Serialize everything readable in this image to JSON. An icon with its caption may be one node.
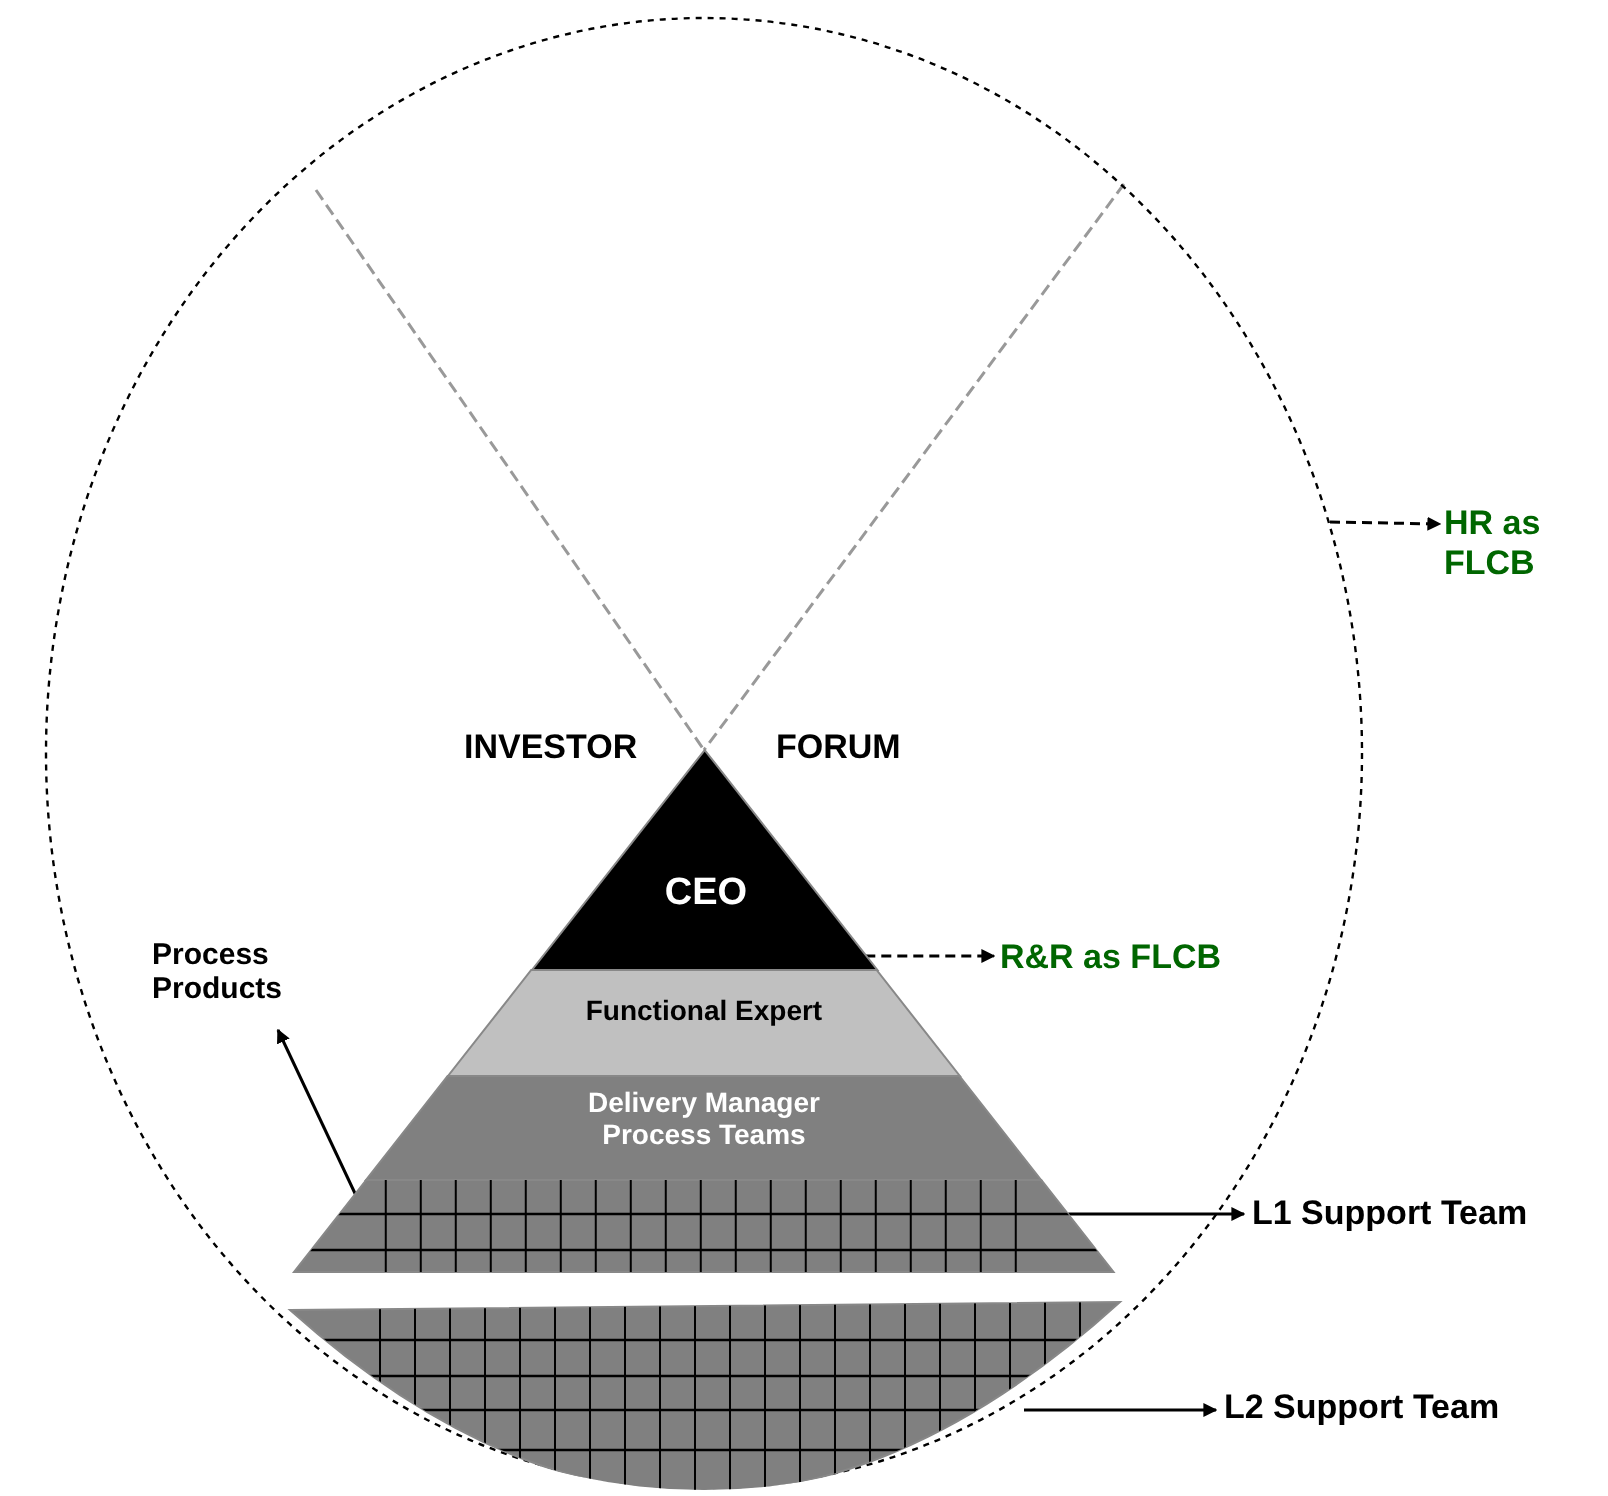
{
  "diagram": {
    "nodes": [
      {
        "text": [],
        "shape": "circle"
      },
      {
        "text": [
          "CEO"
        ],
        "in": 0
      },
      {
        "text": [
          "Functional Expert"
        ],
        "in": 0
      },
      {
        "text": [
          "Delivery Manager Process Teams"
        ],
        "in": 0
      },
      {
        "text": [],
        "shape": "bar",
        "in": 0
      },
      {
        "text": [],
        "shape": "bar",
        "in": 0
      },
      {
        "text": [
          "HR as FLCB"
        ]
      },
      {
        "text": [
          "R&R as FLCB"
        ],
        "in": 0
      },
      {
        "text": [
          "Process Products"
        ],
        "in": 0
      },
      {
        "text": [
          "L1 Support Team"
        ]
      },
      {
        "text": [
          "L2 Support Team"
        ]
      }
    ],
    "edges": [
      {
        "from": 0,
        "to": 6,
        "arrow": "to",
        "style": "dashed"
      },
      {
        "from": 1,
        "to": 7,
        "arrow": "to",
        "style": "dashed"
      },
      {
        "from": 4,
        "to": 8,
        "arrow": "to"
      },
      {
        "from": 4,
        "to": 9,
        "arrow": "to"
      },
      {
        "from": 5,
        "to": 10,
        "arrow": "to"
      }
    ],
    "labels": [
      "INVESTOR",
      "FORUM"
    ]
  }
}
